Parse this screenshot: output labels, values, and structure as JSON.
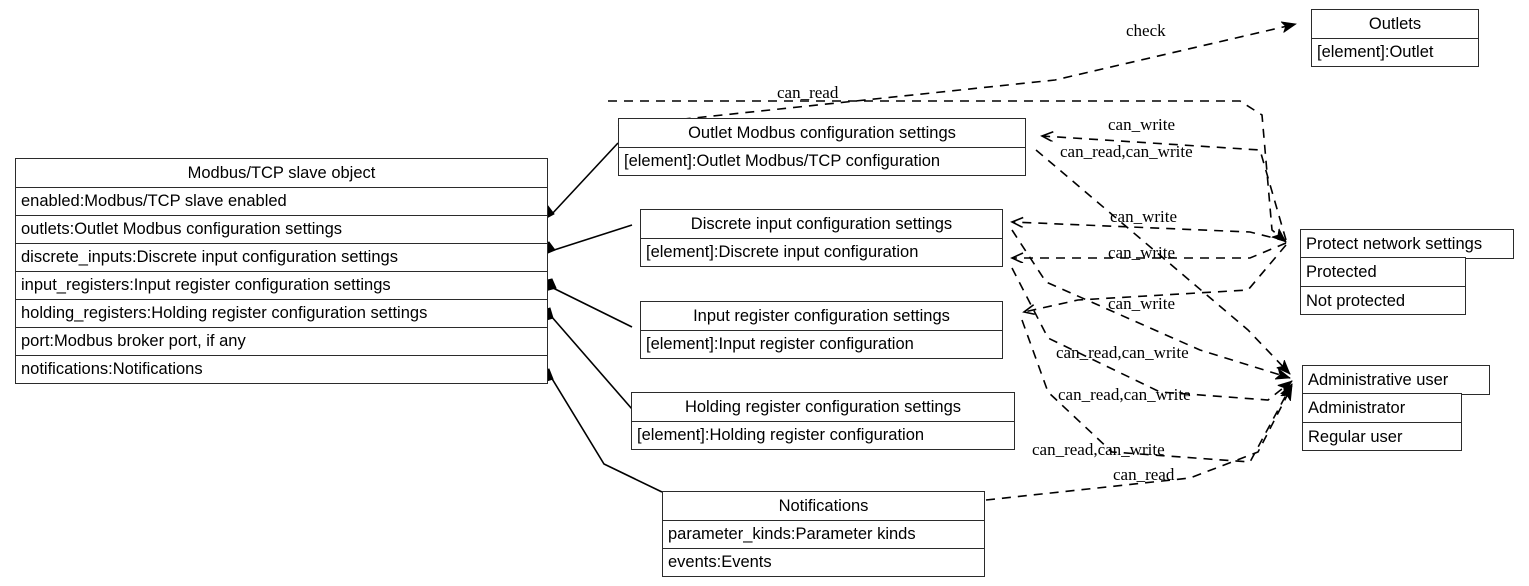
{
  "diagram": {
    "title": "Modbus/TCP slave object relationship diagram",
    "line_color": "#000000",
    "box_border_color": "#2b2b2b",
    "background": "#ffffff"
  },
  "nodes": {
    "modbus_slave": {
      "name": "modbus-tcp-slave-object",
      "title": "Modbus/TCP slave object",
      "attributes": [
        "enabled:Modbus/TCP slave enabled",
        "outlets:Outlet Modbus configuration settings",
        "discrete_inputs:Discrete input configuration settings",
        "input_registers:Input register configuration settings",
        "holding_registers:Holding register configuration settings",
        "port:Modbus broker port, if any",
        "notifications:Notifications"
      ]
    },
    "outlet_modbus": {
      "name": "outlet-modbus-configuration-settings",
      "title": "Outlet Modbus configuration settings",
      "attributes": [
        "[element]:Outlet Modbus/TCP configuration"
      ]
    },
    "discrete_input": {
      "name": "discrete-input-configuration-settings",
      "title": "Discrete input configuration settings",
      "attributes": [
        "[element]:Discrete input configuration"
      ]
    },
    "input_register": {
      "name": "input-register-configuration-settings",
      "title": "Input register configuration settings",
      "attributes": [
        "[element]:Input register configuration"
      ]
    },
    "holding_register": {
      "name": "holding-register-configuration-settings",
      "title": "Holding register configuration settings",
      "attributes": [
        "[element]:Holding register configuration"
      ]
    },
    "notifications": {
      "name": "notifications",
      "title": "Notifications",
      "attributes": [
        "parameter_kinds:Parameter kinds",
        "events:Events"
      ]
    },
    "outlets": {
      "name": "outlets",
      "title": "Outlets",
      "attributes": [
        "[element]:Outlet"
      ]
    },
    "protect_network": {
      "name": "protect-network-settings",
      "title": "Protect network settings",
      "attributes": [
        "Protected",
        "Not protected"
      ]
    },
    "admin_user": {
      "name": "administrative-user",
      "title": "Administrative user",
      "attributes": [
        "Administrator",
        "Regular user"
      ]
    }
  },
  "edge_labels": [
    {
      "id": "check",
      "text": "check"
    },
    {
      "id": "can_read_top",
      "text": "can_read"
    },
    {
      "id": "can_write_1",
      "text": "can_write"
    },
    {
      "id": "can_read_can_write_1",
      "text": "can_read,can_write"
    },
    {
      "id": "can_write_2",
      "text": "can_write"
    },
    {
      "id": "can_write_3",
      "text": "can_write"
    },
    {
      "id": "can_write_4",
      "text": "can_write"
    },
    {
      "id": "can_read_can_write_2",
      "text": "can_read,can_write"
    },
    {
      "id": "can_read_can_write_3",
      "text": "can_read,can_write"
    },
    {
      "id": "can_read_can_write_4",
      "text": "can_read,can_write"
    },
    {
      "id": "can_read_bottom",
      "text": "can_read"
    }
  ]
}
